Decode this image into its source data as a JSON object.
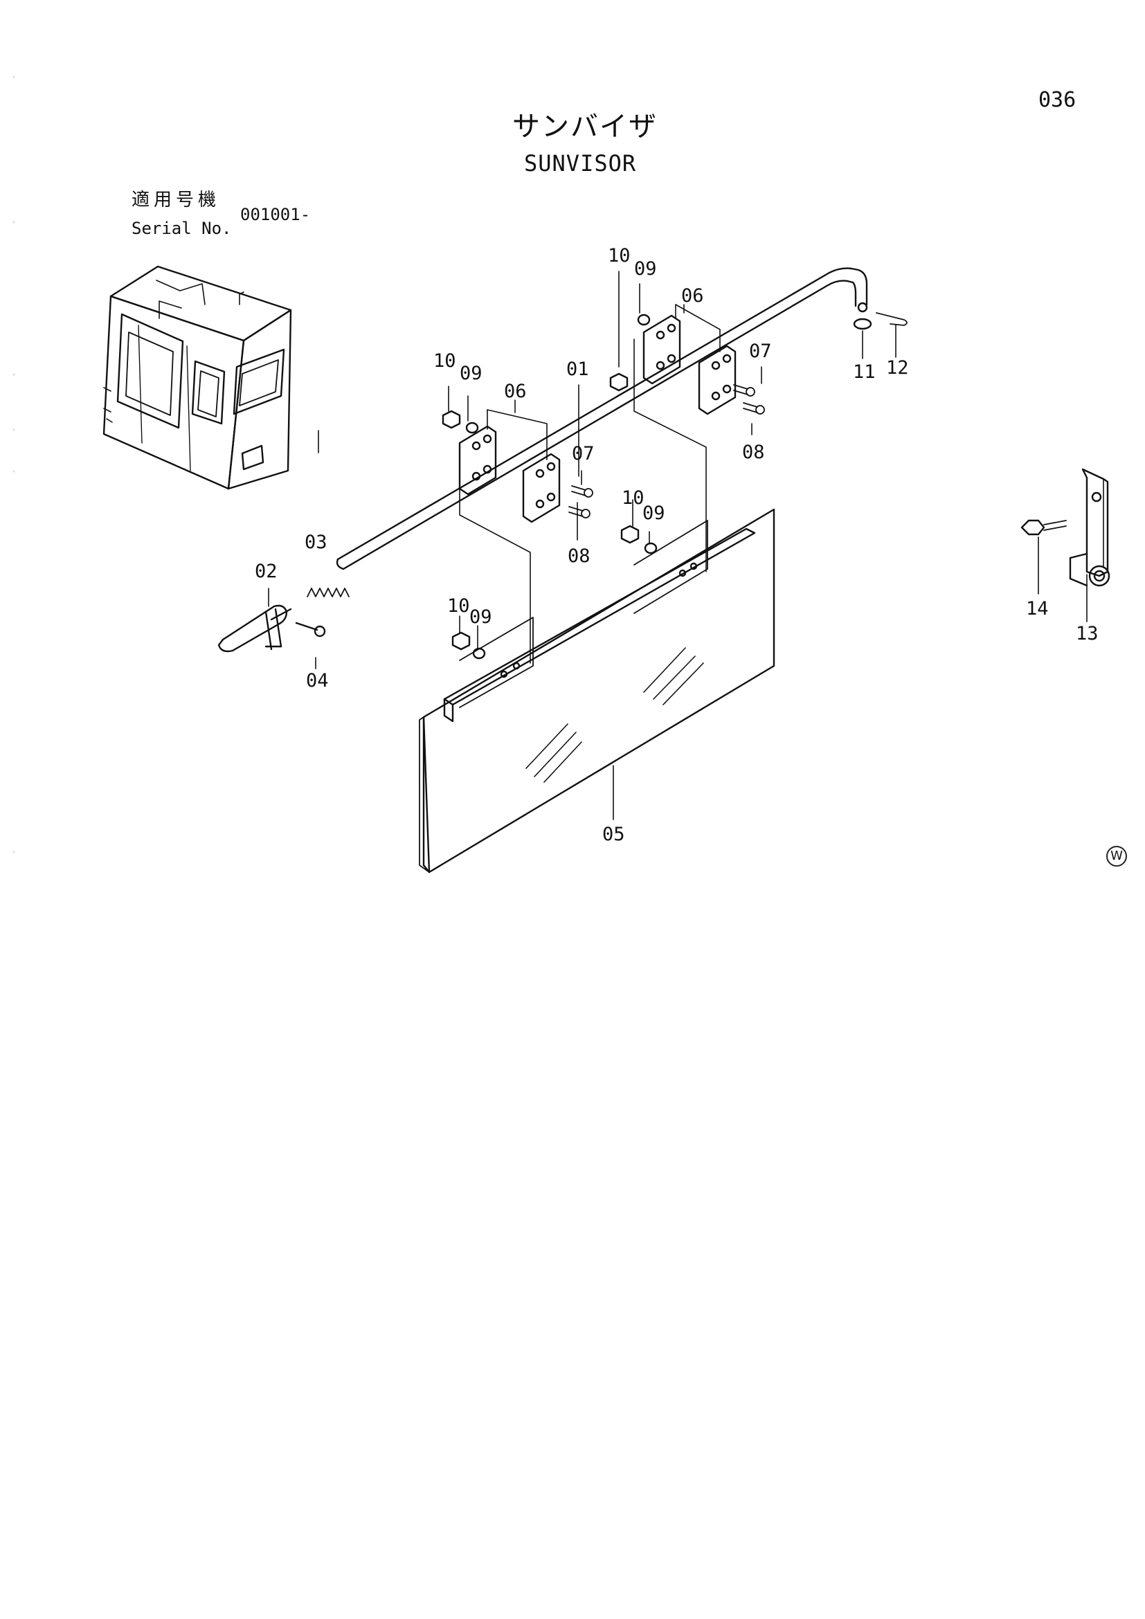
{
  "page": {
    "number": "036",
    "title_jp": "サンバイザ",
    "title_en": "SUNVISOR",
    "serial_label_jp": "適用号機",
    "serial_label_en": "Serial No.",
    "serial_value": "001001-",
    "watermark": "W"
  },
  "callouts": [
    "10",
    "09",
    "06",
    "07",
    "08",
    "01",
    "10",
    "09",
    "06",
    "07",
    "08",
    "10",
    "09",
    "10",
    "09",
    "11",
    "12",
    "03",
    "02",
    "04",
    "05",
    "14",
    "13"
  ]
}
